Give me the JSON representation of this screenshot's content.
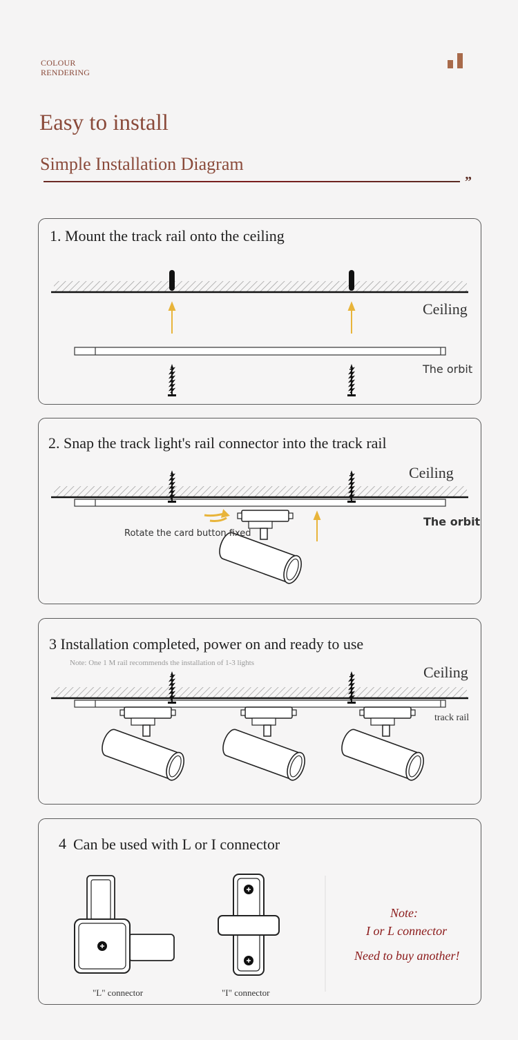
{
  "header": {
    "brand_line1": "COLOUR",
    "brand_line2": "RENDERING",
    "title": "Easy to install",
    "subtitle": "Simple Installation Diagram",
    "quote_mark": "”",
    "accent_color": "#8a4a3a"
  },
  "step1": {
    "title": "1. Mount the track rail onto the ceiling",
    "ceiling_label": "Ceiling",
    "orbit_label": "The orbit"
  },
  "step2": {
    "title": "2. Snap the track light's rail connector into the track rail",
    "ceiling_label": "Ceiling",
    "orbit_label": "The orbit",
    "rotate_label": "Rotate the card button fixed"
  },
  "step3": {
    "title": "3 Installation completed, power on and ready to use",
    "note": "Note: One 1 M rail  recommends the installation of 1-3 lights",
    "ceiling_label": "Ceiling",
    "rail_label": "track rail"
  },
  "step4": {
    "number": "4",
    "title": "Can be used with L or I connector",
    "l_label": "\"L\" connector",
    "i_label": "\"I\" connector",
    "note_line1": "Note:",
    "note_line2": "I or L connector",
    "note_line3": "Need to buy another!",
    "note_color": "#8b1a1a"
  }
}
